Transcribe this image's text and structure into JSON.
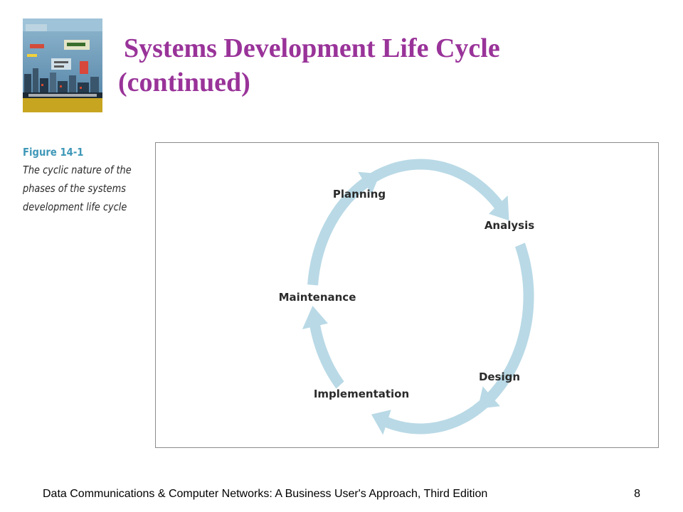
{
  "slide": {
    "title_line1": "Systems Development Life Cycle",
    "title_line2": "(continued)"
  },
  "figure": {
    "number": "Figure 14-1",
    "caption_lines": [
      "The cyclic nature of the",
      "phases of the systems",
      "development life cycle"
    ],
    "phases": [
      "Planning",
      "Analysis",
      "Design",
      "Implementation",
      "Maintenance"
    ],
    "arrow_color": "#b9d9e6"
  },
  "book_cover": {
    "icon": "book-cover-illustration-icon"
  },
  "footer": {
    "text": "Data Communications & Computer Networks: A Business User's Approach, Third Edition",
    "page_number": "8"
  }
}
